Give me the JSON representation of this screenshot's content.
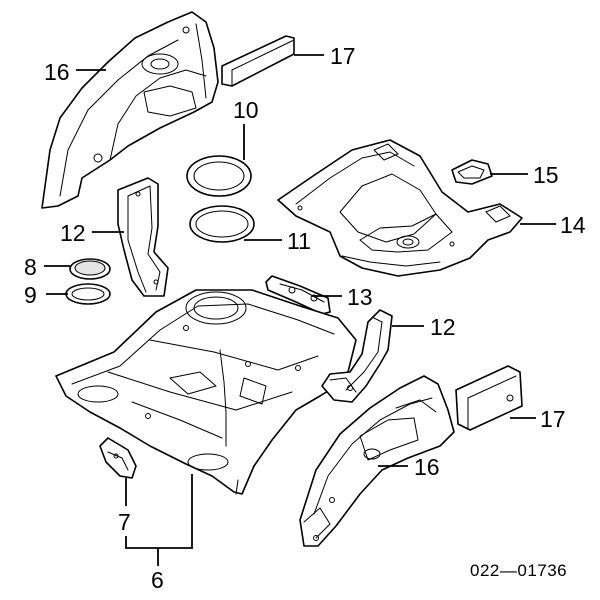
{
  "diagram": {
    "callouts": {
      "c16_top": "16",
      "c17_top": "17",
      "c10": "10",
      "c15": "15",
      "c14": "14",
      "c12_left": "12",
      "c11": "11",
      "c8": "8",
      "c9": "9",
      "c13": "13",
      "c12_right": "12",
      "c17_bottom": "17",
      "c16_bottom": "16",
      "c7": "7",
      "c6": "6"
    },
    "figure_code": "022—01736"
  }
}
